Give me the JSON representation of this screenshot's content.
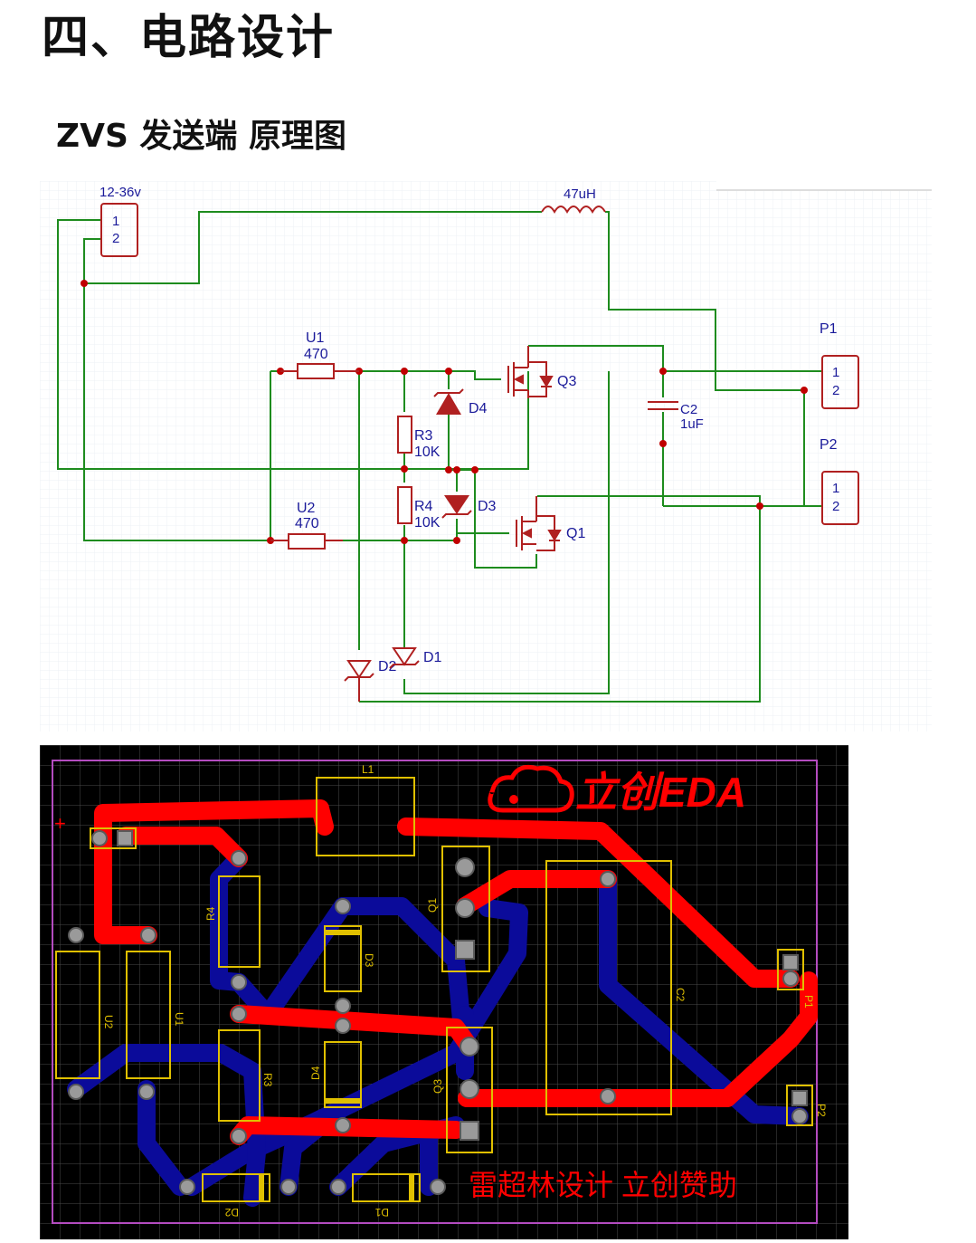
{
  "page": {
    "heading": "四、电路设计",
    "subheading": "ZVS 发送端  原理图"
  },
  "colors": {
    "wire": "#1e8c1e",
    "component": "#b02020",
    "label": "#1a1a9a",
    "grid": "#eef0f5",
    "pcb_bg": "#000000",
    "pcb_grid": "#4a4a4a",
    "top_copper": "#ff0000",
    "bottom_copper": "#0b0b9a",
    "silkscreen": "#e0c000",
    "pad": "#9a9a9a",
    "board_outline": "#b44cc0"
  },
  "schematic": {
    "power_label": "12-36v",
    "inductor_value": "47uH",
    "u1": {
      "name": "U1",
      "value": "470"
    },
    "u2": {
      "name": "U2",
      "value": "470"
    },
    "r3": {
      "name": "R3",
      "value": "10K"
    },
    "r4": {
      "name": "R4",
      "value": "10K"
    },
    "c2": {
      "name": "C2",
      "value": "1uF"
    },
    "q3": "Q3",
    "q1": "Q1",
    "d1": "D1",
    "d2": "D2",
    "d3": "D3",
    "d4": "D4",
    "p1": "P1",
    "p2": "P2",
    "pin1": "1",
    "pin2": "2"
  },
  "pcb": {
    "logo": "立创EDA",
    "footer": "雷超林设计 立创赞助",
    "plus": "+",
    "labels": {
      "l1": "L1",
      "q1": "Q1",
      "d3": "D3",
      "c2": "C2",
      "p1": "P1",
      "r4": "R4",
      "u2": "U2",
      "u1": "U1",
      "r3": "R3",
      "d4": "D4",
      "q3": "Q3",
      "p2": "P2",
      "d2": "D2",
      "d1": "D1"
    }
  }
}
